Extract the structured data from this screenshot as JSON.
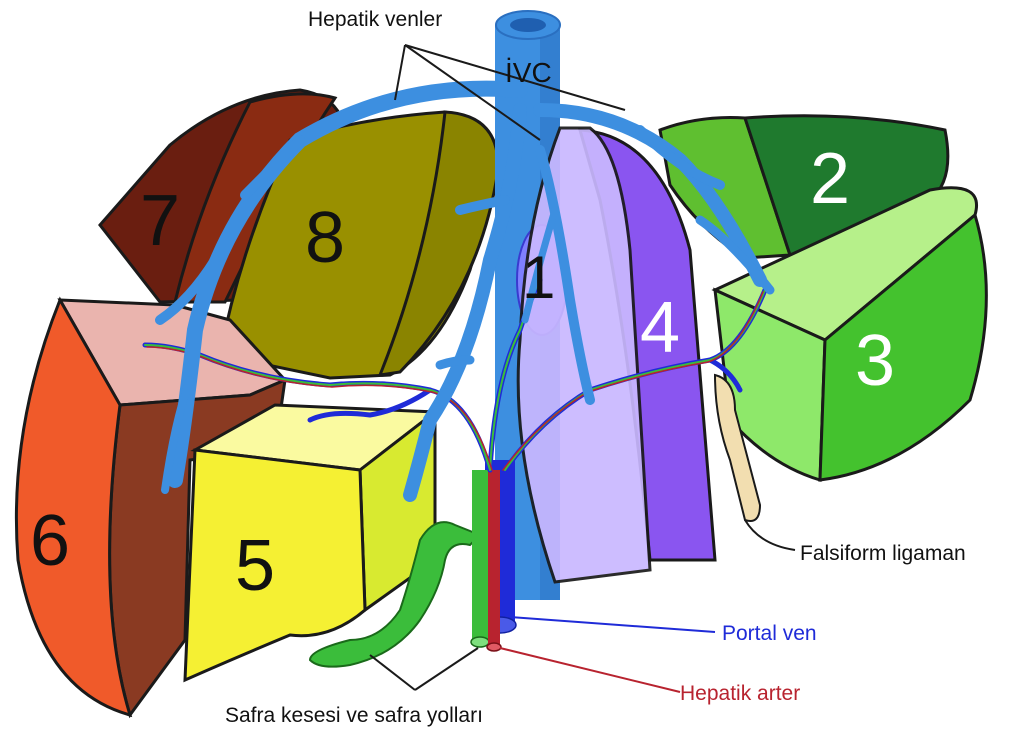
{
  "labels": {
    "hepatic_veins": "Hepatik venler",
    "ivc": "İVC",
    "falciform": "Falsiform ligaman",
    "portal_vein": "Portal ven",
    "hepatic_artery": "Hepatik arter",
    "gallbladder": "Safra kesesi ve safra yolları"
  },
  "segments": {
    "s1": "1",
    "s2": "2",
    "s3": "3",
    "s4": "4",
    "s5": "5",
    "s6": "6",
    "s7": "7",
    "s8": "8"
  },
  "colors": {
    "outline": "#1a1a1a",
    "vein": "#3d8fe0",
    "vein_dark": "#2a6fc0",
    "portal": "#1f2bd8",
    "artery": "#b8232f",
    "bile": "#3bbd3b",
    "seg1": "#7f7fff",
    "seg2_dark": "#1f7a2e",
    "seg2_light": "#5fbf30",
    "seg3": "#8ee86a",
    "seg3_side": "#44c22e",
    "seg4_front": "#c9b8ff",
    "seg4_side": "#8a55f0",
    "seg5_front": "#f5f033",
    "seg5_top": "#fafaa0",
    "seg5_side": "#d8ea30",
    "seg6_front": "#f05a2a",
    "seg6_top": "#eab4ae",
    "seg6_side": "#8a3a22",
    "seg7_front": "#6a1e10",
    "seg7_back": "#8a2b12",
    "seg8_front": "#999000",
    "seg8_back": "#7a7400",
    "falciform": "#f2deb0",
    "portal_label": "#1f2bd8",
    "artery_label": "#b8232f"
  }
}
